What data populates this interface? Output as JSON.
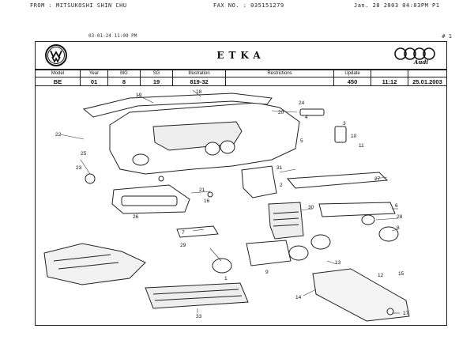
{
  "fax_header": {
    "from": "FROM : MITSUKOSHI SHIN CHU",
    "fax_no": "FAX NO. : 035151279",
    "date": "Jan. 28 2003 04:03PM P1"
  },
  "print_timestamp": "03-01-24 11:09 PM",
  "page_mark": "# 1",
  "title": "ETKA",
  "brand_text": "Audi",
  "info_table": {
    "headers": [
      "Model",
      "Year",
      "MG",
      "SG",
      "Illustration",
      "Restrictions",
      "Update",
      "",
      ""
    ],
    "values": [
      "BE",
      "01",
      "8",
      "19",
      "819-32",
      "",
      "450",
      "11:12",
      "25.01.2003"
    ]
  },
  "callouts": [
    "1",
    "2",
    "3",
    "5",
    "6",
    "7",
    "8",
    "9",
    "10",
    "11",
    "13",
    "14",
    "15",
    "16",
    "17",
    "18",
    "19",
    "20",
    "21",
    "22",
    "23",
    "24",
    "25",
    "26",
    "27",
    "28",
    "29",
    "30",
    "31",
    "33",
    "12",
    "4"
  ]
}
